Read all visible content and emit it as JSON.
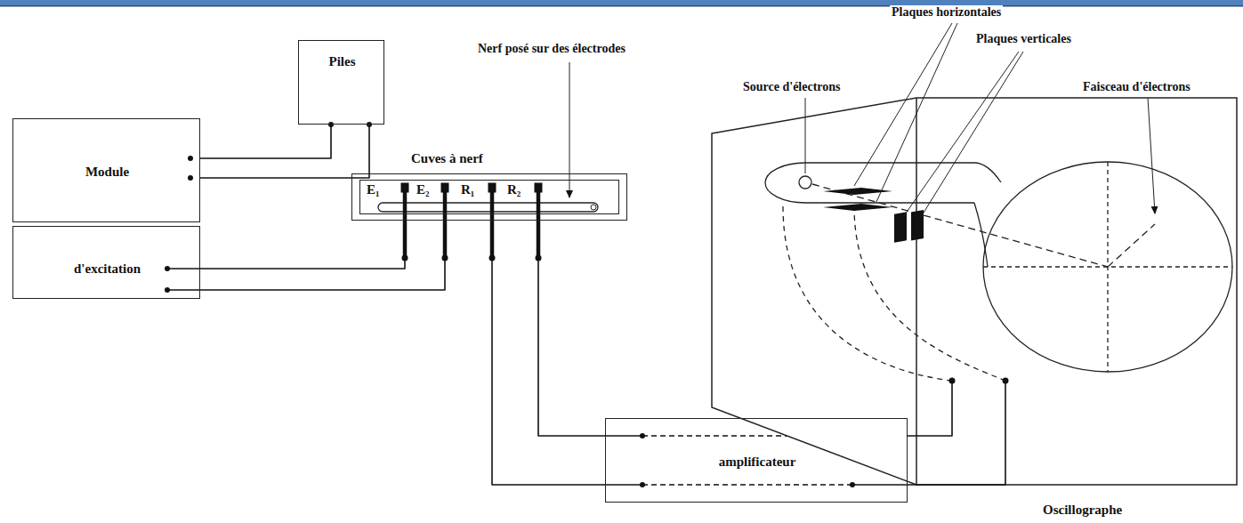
{
  "diagram": {
    "nodes": [
      {
        "text": [
          "Piles"
        ]
      },
      {
        "text": [
          "Module"
        ]
      },
      {
        "text": [
          "d'excitation"
        ]
      },
      {
        "text": [
          "Cuves à nerf"
        ]
      },
      {
        "text": [
          "amplificateur"
        ]
      },
      {
        "text": [
          "Oscillographe"
        ]
      }
    ],
    "edges": [
      {
        "from": 0,
        "to": 1,
        "arrow": "none"
      },
      {
        "from": 0,
        "to": 1,
        "arrow": "none"
      },
      {
        "from": 2,
        "to": 3,
        "arrow": "none"
      },
      {
        "from": 2,
        "to": 3,
        "arrow": "none"
      },
      {
        "from": 3,
        "to": 4,
        "arrow": "none"
      },
      {
        "from": 3,
        "to": 4,
        "arrow": "none"
      },
      {
        "from": 4,
        "to": 5,
        "arrow": "none"
      },
      {
        "from": 4,
        "to": 5,
        "arrow": "none"
      }
    ],
    "labels": [
      "E₁",
      "E₂",
      "R₁",
      "R₂",
      "Nerf posé sur des électrodes",
      "Plaques horizontales",
      "Plaques verticales",
      "Source d'électrons",
      "Faisceau d'électrons"
    ]
  }
}
